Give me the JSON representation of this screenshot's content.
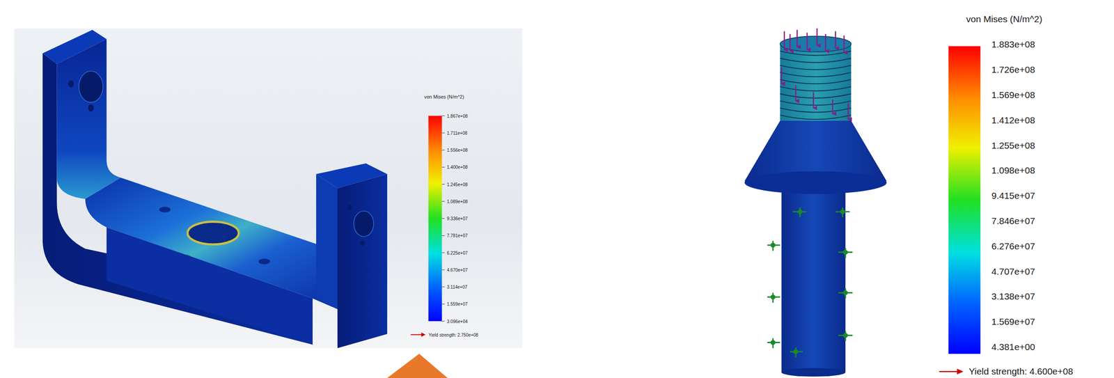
{
  "diagram": {
    "labels": [
      "von Mises (N/m^2)",
      "1.867e+08",
      "1.711e+08",
      "1.556e+08",
      "1.400e+08",
      "1.245e+08",
      "1.089e+08",
      "9.336e+07",
      "7.781e+07",
      "6.225e+07",
      "4.670e+07",
      "3.114e+07",
      "1.559e+07",
      "3.096e+04",
      "Yield strength: 2.750e+08",
      "von Mises (N/m^2)",
      "1.883e+08",
      "1.726e+08",
      "1.569e+08",
      "1.412e+08",
      "1.255e+08",
      "1.098e+08",
      "9.415e+07",
      "7.846e+07",
      "6.276e+07",
      "4.707e+07",
      "3.138e+07",
      "1.569e+07",
      "4.381e+00",
      "Yield strength: 4.600e+08"
    ]
  }
}
